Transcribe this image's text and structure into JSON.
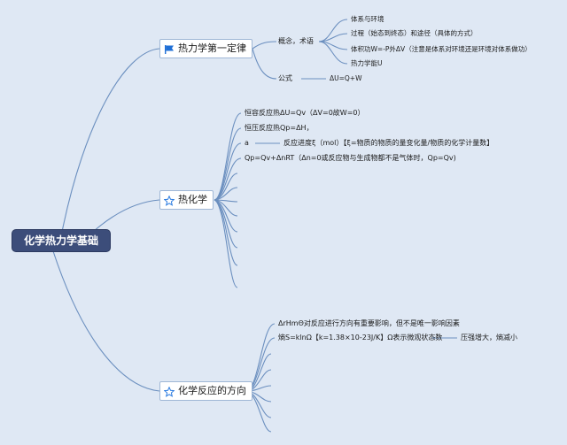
{
  "root": {
    "label": "化学热力学基础"
  },
  "branch1": {
    "title": "热力学第一定律",
    "concept_label": "概念，术语",
    "concept_items": [
      "体系与环境",
      "过程（始态到终态）和途径（具体的方式）",
      "体积功W=-P外ΔV（注意是体系对环境还是环境对体系做功）",
      "热力学能U"
    ],
    "formula_label": "公式",
    "formula_value": "ΔU=Q+W"
  },
  "branch2": {
    "title": "热化学",
    "items": [
      "恒容反应热ΔU=Qv（ΔV=0故W=0）",
      "恒压反应热Qp=ΔH，",
      "Qp=Qv+ΔnRT（Δn=0或反应物与生成物都不是气体时，Qp=Qv)"
    ],
    "item_a_label": "a",
    "item_a_value": "反应进度ξ（mol）【ξ=物质的物质的量变化量/物质的化学计量数】"
  },
  "branch3": {
    "title": "化学反应的方向",
    "items": [
      "ΔrHmΘ对反应进行方向有重要影响，但不是唯一影响因素"
    ],
    "entropy_label": "熵S=klnΩ【k=1.38×10-23J/K】Ω表示微观状态数",
    "entropy_note": "压强增大，熵减小"
  },
  "colors": {
    "background": "#dfe8f4",
    "root": "#3c4d7a",
    "line": "#6b8fbf",
    "flag": "#1f6fd6",
    "star": "#2a7be0"
  },
  "icons": {
    "branch1": "flag-icon",
    "branch2": "star-icon",
    "branch3": "star-icon"
  }
}
